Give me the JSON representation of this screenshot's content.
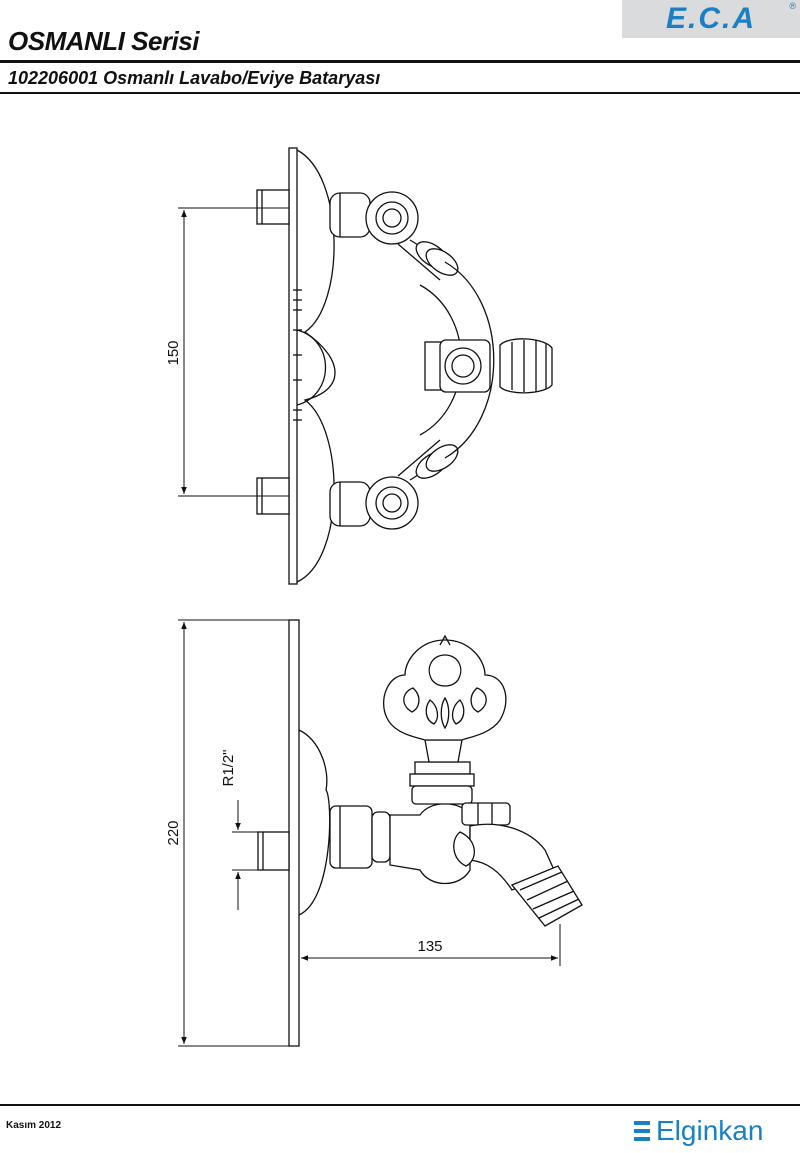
{
  "header": {
    "series_title": "OSMANLI Serisi",
    "product_title": "102206001 Osmanlı Lavabo/Eviye Bataryası"
  },
  "logo": {
    "brand": "E.C.A",
    "registered": "®",
    "color": "#1b7fc4",
    "background": "#d9dbdc"
  },
  "drawing": {
    "dimensions": {
      "spacing": "150",
      "height": "220",
      "thread": "R1/2\"",
      "projection": "135"
    }
  },
  "footer": {
    "date": "Kasım 2012",
    "company": "Elginkan",
    "company_icon": "elginkan-stripes-icon"
  }
}
